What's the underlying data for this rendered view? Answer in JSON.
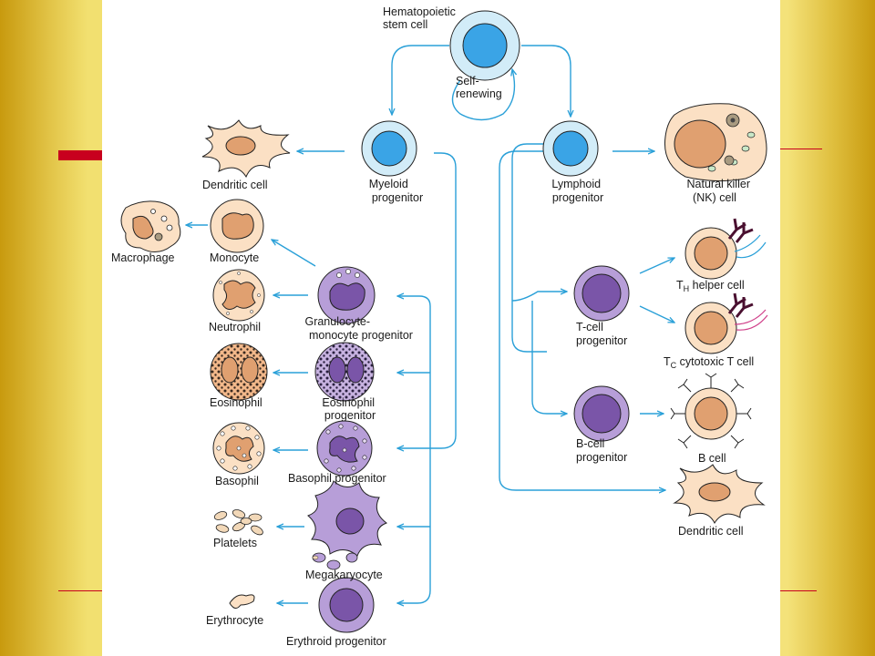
{
  "colors": {
    "arrow": "#2aa0d8",
    "stem_fill": "#d2ecf8",
    "stem_nucleus": "#3aa4e6",
    "myeloid_fill": "#e8d8f0",
    "purple_cell": "#b79ed8",
    "purple_nucleus": "#7a55a8",
    "tan_cell": "#fbe0c4",
    "tan_nucleus": "#e0a070",
    "outline": "#222222"
  },
  "labels": {
    "stem_cell": [
      "Hematopoietic",
      "stem cell"
    ],
    "self_renewing": [
      "Self-",
      "renewing"
    ],
    "myeloid_progenitor": [
      "Myeloid",
      "progenitor"
    ],
    "lymphoid_progenitor": [
      "Lymphoid",
      "progenitor"
    ],
    "dendritic_cell_left": "Dendritic cell",
    "nk_cell": [
      "Natural killer",
      "(NK) cell"
    ],
    "macrophage": "Macrophage",
    "monocyte": "Monocyte",
    "neutrophil": "Neutrophil",
    "gm_progenitor": [
      "Granulocyte-",
      "monocyte progenitor"
    ],
    "eosinophil": "Eosinophil",
    "eosinophil_progenitor": [
      "Eosinophil",
      "progenitor"
    ],
    "basophil": "Basophil",
    "basophil_progenitor": "Basophil progenitor",
    "platelets": "Platelets",
    "megakaryocyte": "Megakaryocyte",
    "erythrocyte": "Erythrocyte",
    "erythroid_progenitor": "Erythroid progenitor",
    "t_cell_progenitor": [
      "T-cell",
      "progenitor"
    ],
    "b_cell_progenitor": [
      "B-cell",
      "progenitor"
    ],
    "th_helper": {
      "main": "T",
      "sub": "H",
      "rest": " helper cell"
    },
    "tc_cytotoxic": {
      "main": "T",
      "sub": "C",
      "rest": " cytotoxic T cell"
    },
    "b_cell": "B cell",
    "dendritic_cell_right": "Dendritic cell"
  }
}
